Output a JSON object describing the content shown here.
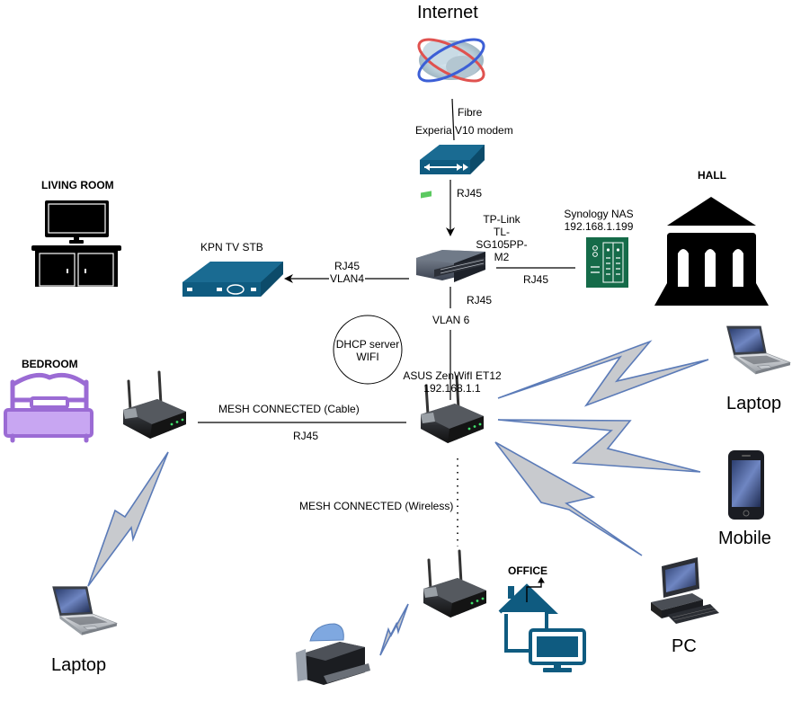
{
  "title": "Home network diagram",
  "colors": {
    "device_blue": "#0f5b80",
    "nas_green": "#156b49",
    "bed_purple": "#9b6bd4",
    "bed_fill": "#c8a6f2",
    "wireless_stroke": "#5b7bb8",
    "wireless_fill": "#c8cace",
    "line": "#000000"
  },
  "nodes": {
    "internet": {
      "label": "Internet",
      "icon": "internet-cloud-icon"
    },
    "modem": {
      "label": "Experia V10 modem",
      "icon": "modem-icon"
    },
    "switch": {
      "label_lines": [
        "TP-Link",
        "TL-",
        "SG105PP-",
        "M2"
      ],
      "icon": "switch-icon"
    },
    "nas": {
      "label_lines": [
        "Synology NAS",
        "192.168.1.199"
      ],
      "icon": "nas-icon"
    },
    "stb": {
      "label": "KPN TV STB",
      "icon": "set-top-box-icon"
    },
    "main_router": {
      "label_lines": [
        "ASUS ZenWifI ET12",
        "192.168.1.1"
      ],
      "icon": "router-icon"
    },
    "dhcp": {
      "label_lines": [
        "DHCP server",
        "WIFI"
      ]
    },
    "bedroom_router": {
      "icon": "router-icon"
    },
    "office_router": {
      "icon": "router-icon"
    },
    "laptop_hall": {
      "label": "Laptop",
      "icon": "laptop-icon"
    },
    "mobile": {
      "label": "Mobile",
      "icon": "mobile-phone-icon"
    },
    "pc": {
      "label": "PC",
      "icon": "desktop-pc-icon"
    },
    "laptop_bedroom": {
      "label": "Laptop",
      "icon": "laptop-icon"
    },
    "printer": {
      "icon": "printer-icon"
    }
  },
  "rooms": {
    "living_room": {
      "label": "LIVING ROOM",
      "icon": "tv-cabinet-icon"
    },
    "hall": {
      "label": "HALL",
      "icon": "hall-building-icon"
    },
    "bedroom": {
      "label": "BEDROOM",
      "icon": "bed-icon"
    },
    "office": {
      "label": "OFFICE",
      "icon": "home-office-icon"
    }
  },
  "links": {
    "internet_modem": "Fibre",
    "modem_switch": "RJ45",
    "switch_stb_top": "RJ45",
    "switch_stb_vlan": "VLAN4",
    "switch_nas": "RJ45",
    "switch_router": "RJ45",
    "switch_router_vlan": "VLAN 6",
    "mesh_cable_top": "MESH CONNECTED (Cable)",
    "mesh_cable_bottom": "RJ45",
    "mesh_wireless": "MESH CONNECTED (Wireless)"
  }
}
